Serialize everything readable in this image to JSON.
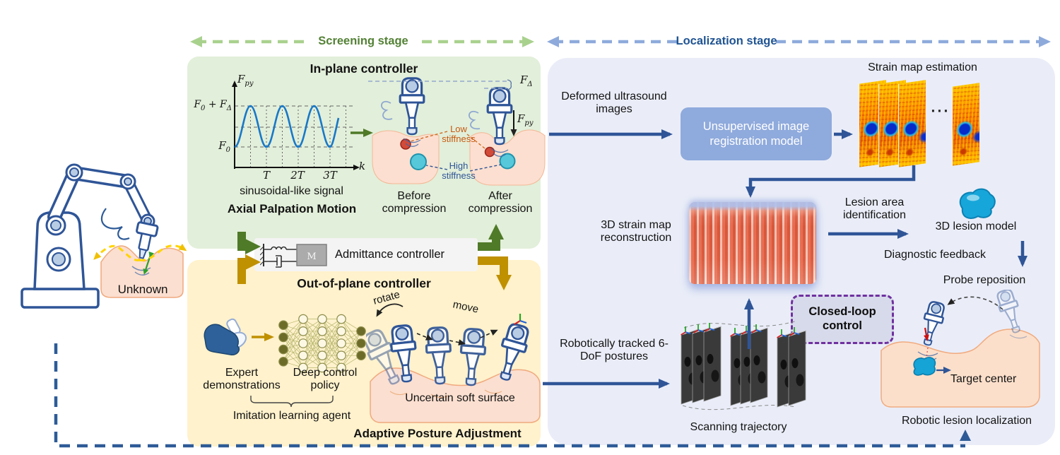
{
  "stages": {
    "screening": "Screening stage",
    "localization": "Localization stage"
  },
  "left_scene": {
    "surface_label": "Unknown"
  },
  "screening": {
    "in_plane": {
      "title": "In-plane controller",
      "plot": {
        "y_axis": {
          "base": "F",
          "sub": "py"
        },
        "y_max": {
          "base": "F",
          "sub": "0",
          "plus": " + F",
          "plus_sub": "Δ"
        },
        "y_min": {
          "base": "F",
          "sub": "0"
        },
        "ticks": {
          "t1": "T",
          "t2": "2T",
          "t3": "3T"
        },
        "x_axis": "k",
        "chart": {
          "type": "line",
          "waveform": "sinusoid",
          "cycles_shown": 3.5,
          "y_min_label": "F0",
          "y_max_label": "F0 + FΔ",
          "x_ticks": [
            "T",
            "2T",
            "3T"
          ],
          "x_axis_label": "k"
        }
      },
      "signal_caption": "sinusoidal-like signal",
      "subtitle": "Axial Palpation Motion",
      "compression": {
        "f_delta": {
          "base": "F",
          "sub": "Δ"
        },
        "f_py": {
          "base": "F",
          "sub": "py"
        },
        "low_stiffness": "Low stiffness",
        "high_stiffness": "High stiffness",
        "before": "Before compression",
        "after": "After compression"
      }
    },
    "admittance": {
      "label": "Admittance controller",
      "mass": "M"
    },
    "out_of_plane": {
      "title": "Out-of-plane controller",
      "rotate": "rotate",
      "move": "move",
      "expert": "Expert demonstrations",
      "policy": "Deep control policy",
      "imitation": "Imitation learning agent",
      "surface": "Uncertain soft surface",
      "subtitle": "Adaptive Posture Adjustment"
    }
  },
  "localization": {
    "deformed": "Deformed ultrasound images",
    "registration": "Unsupervised image registration model",
    "strain_estimation": "Strain map estimation",
    "ellipsis": "···",
    "reconstruction": "3D strain map reconstruction",
    "lesion_area": "Lesion area identification",
    "lesion_model": "3D lesion model",
    "diagnostic": "Diagnostic feedback",
    "probe_reposition": "Probe reposition",
    "closed_loop": "Closed-loop control",
    "target_center": "Target center",
    "robotic_localization": "Robotic lesion localization",
    "tracked": "Robotically tracked 6-DoF postures",
    "scanning": "Scanning trajectory"
  },
  "colors": {
    "screening_accent": "#538135",
    "screening_dash": "#a9d18e",
    "localization_accent": "#205493",
    "localization_dash": "#8eaadb",
    "arrow_blue": "#2f5597",
    "arrow_gold": "#bf9000",
    "arrow_green": "#4f7a28",
    "panel_green": "#e2efda",
    "panel_yellow": "#fff2cc",
    "panel_blue": "#eaedf8",
    "registration_fill": "#8faadc",
    "closed_loop_border": "#7030a0"
  }
}
